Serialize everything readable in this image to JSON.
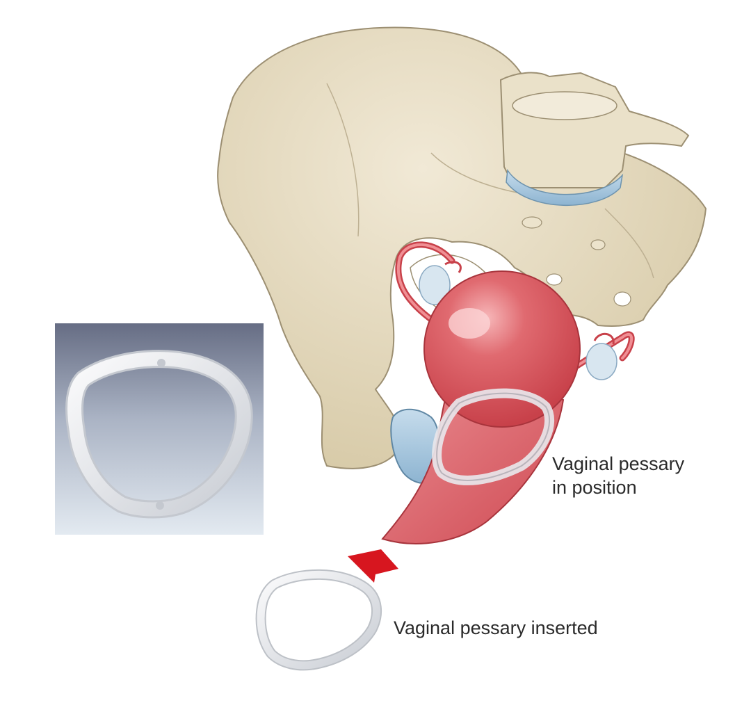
{
  "labels": {
    "in_position_line1": "Vaginal pessary",
    "in_position_line2": "in position",
    "inserted": "Vaginal pessary inserted"
  },
  "colors": {
    "bone": "#e6dcc2",
    "bone_outline": "#9c8f72",
    "uterus": "#d9535b",
    "uterus_highlight": "#f4a3a6",
    "disc": "#9fc3dc",
    "pessary": "#e4e6ea",
    "arrow": "#d7161f",
    "inset_top": "#6b7288",
    "inset_bottom": "#dfe7ef"
  },
  "icons": {
    "arrow": "insertion-arrow-icon"
  }
}
